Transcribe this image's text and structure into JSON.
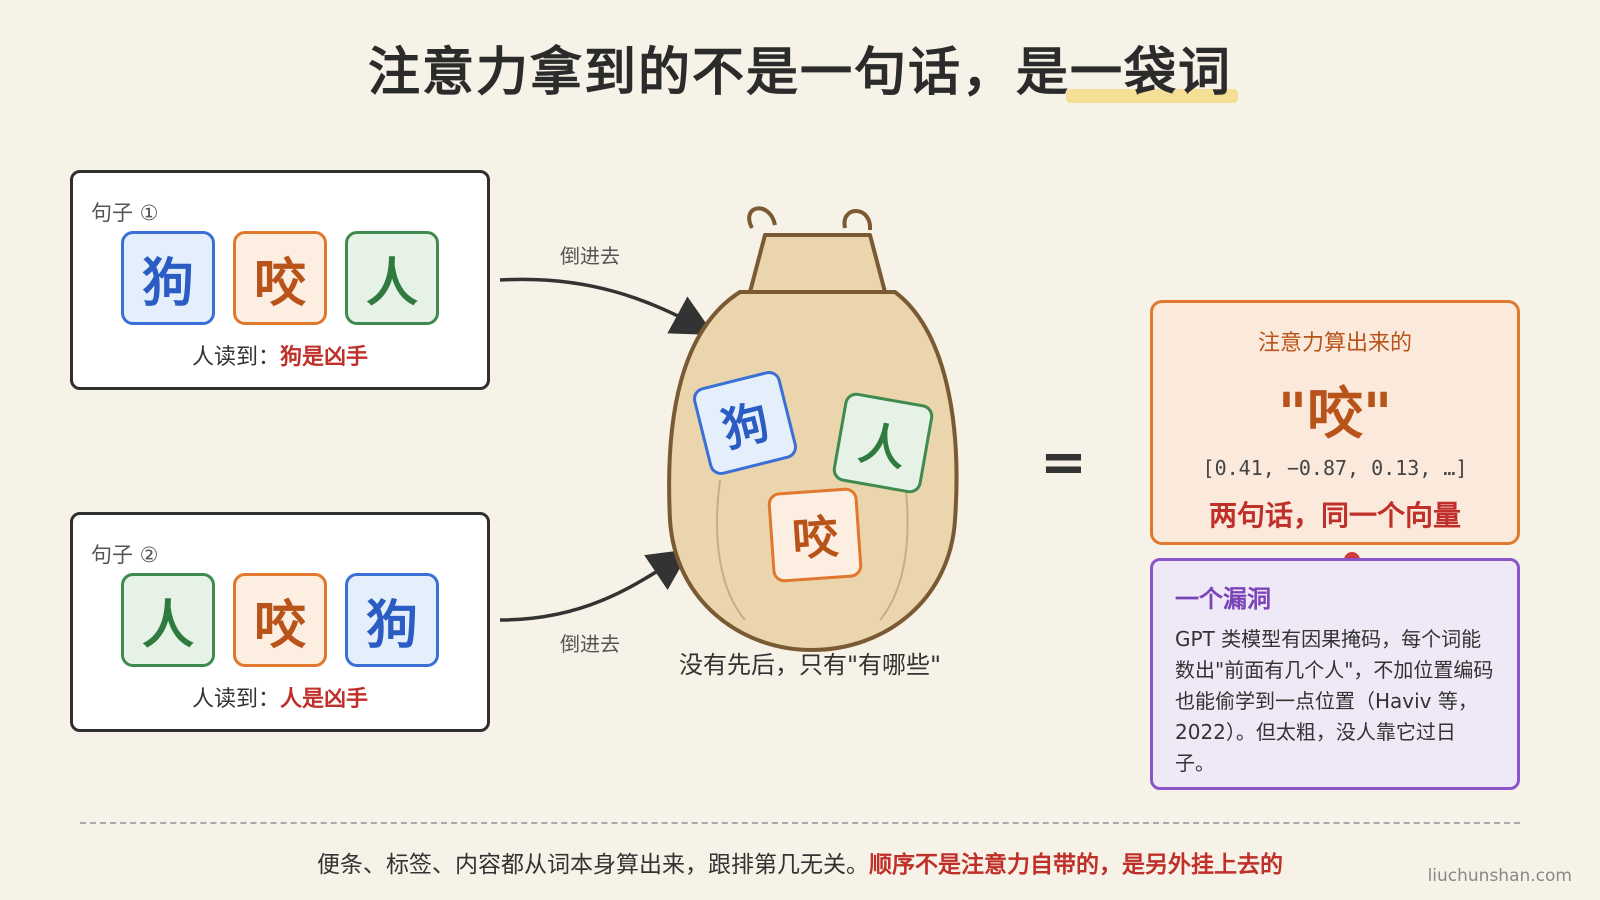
{
  "title": {
    "prefix": "注意力拿到的不是一句话，是",
    "highlight": "一袋词"
  },
  "sentence1": {
    "label": "句子 ①",
    "tiles": [
      "狗",
      "咬",
      "人"
    ],
    "reader_prefix": "人读到：",
    "reader_highlight": "狗是凶手"
  },
  "sentence2": {
    "label": "句子 ②",
    "tiles": [
      "人",
      "咬",
      "狗"
    ],
    "reader_prefix": "人读到：",
    "reader_highlight": "人是凶手"
  },
  "arrows": {
    "top_label": "倒进去",
    "bottom_label": "倒进去"
  },
  "bag": {
    "tiles": [
      "狗",
      "人",
      "咬"
    ],
    "caption": "没有先后，只有\"有哪些\""
  },
  "equals": "=",
  "result": {
    "title": "注意力算出来的",
    "word": "\"咬\"",
    "vector": "[0.41, −0.87, 0.13, …]",
    "note": "两句话，同一个向量"
  },
  "note": {
    "title": "一个漏洞",
    "body": "GPT 类模型有因果掩码，每个词能数出\"前面有几个人\"，不加位置编码也能偷学到一点位置（Haviv 等，2022）。但太粗，没人靠它过日子。"
  },
  "footer": {
    "plain": "便条、标签、内容都从词本身算出来，跟排第几无关。",
    "highlight": "顺序不是注意力自带的，是另外挂上去的"
  },
  "credit": "liuchunshan.com",
  "colors": {
    "blue": "#3a6fd6",
    "orange": "#e0782e",
    "green": "#3f8a4f",
    "red": "#c0302a",
    "purple": "#8a56c7"
  }
}
